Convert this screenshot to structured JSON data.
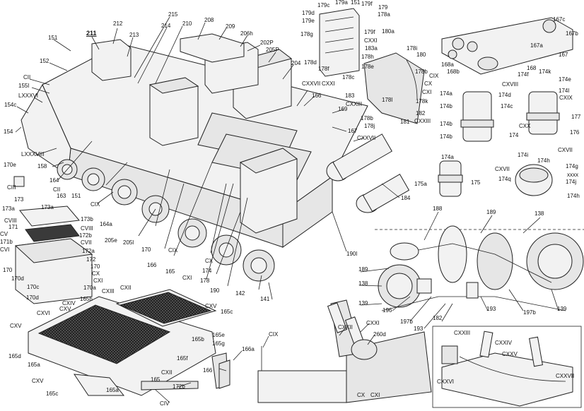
{
  "labels": {
    "l211": "211",
    "l212": "212",
    "l213": "213",
    "l215": "215",
    "l214": "214",
    "l210": "210",
    "l208": "208",
    "l209": "209",
    "l206h": "206h",
    "l202P": "202P",
    "l205P": "205P",
    "l204": "204",
    "l151a": "151",
    "l152": "152",
    "lCII": "CII",
    "l155l": "155l",
    "lLXXXVI": "LXXXVI",
    "l154c": "154c",
    "l154": "154",
    "lLXXXVIII": "LXXXVIII",
    "l158": "158",
    "l170e": "170e",
    "lCIII": "CIII",
    "l164": "164",
    "lCII2": "CII",
    "l163": "163",
    "l151b": "151",
    "lCIX": "CIX",
    "l164a": "164a",
    "l205e": "205e",
    "l205l": "205l",
    "l170": "170",
    "l166": "166",
    "l165": "165",
    "lCIX2": "CIX",
    "lCX": "CX",
    "lCXI": "CXI",
    "l174": "174",
    "l178": "178",
    "l190": "190",
    "l142": "142",
    "l141": "141",
    "lCXXVII": "CXXVII",
    "l166b": "166",
    "l169": "169",
    "l167": "167",
    "lCXXVII2": "CXXVII",
    "l184": "184",
    "l190l": "190l",
    "l179c": "179c",
    "l179a": "179a",
    "l151c": "151",
    "l179f": "179f",
    "l179": "179",
    "l179d": "179d",
    "l178a": "178a",
    "l179e": "179e",
    "l180a": "180a",
    "l178g": "178g",
    "l179f2": "179f",
    "lCXXI": "CXXI",
    "l183a": "183a",
    "l178h": "178h",
    "l178d": "178d",
    "l178f": "178f",
    "l178c": "178c",
    "lCXXI2": "CXXI",
    "l178e": "178e",
    "l178i": "178i",
    "l180": "180",
    "l178b": "178b",
    "lCIX3": "CIX",
    "lCX2": "CX",
    "lCXI2": "CXI",
    "l183": "183",
    "lCXXIII": "CXXIII",
    "l178k": "178k",
    "l182": "182",
    "l178l": "178l",
    "l181": "181",
    "lCXXIII2": "CXXIII",
    "l178b2": "178b",
    "l178j": "178j",
    "l167c": "167c",
    "l167b": "167b",
    "l167a": "167a",
    "l168": "168",
    "l168a": "168a",
    "l168b": "168b",
    "l174f": "174f",
    "l174k": "174k",
    "l174e": "174e",
    "lCXVIII": "CXVIII",
    "l174l": "174l",
    "lCXIX": "CXIX",
    "l174a": "174a",
    "l174d": "174d",
    "l174b": "174b",
    "l174c": "174c",
    "l177": "177",
    "l174b2": "174b",
    "lCXX": "CXX",
    "l176": "176",
    "l174b3": "174b",
    "l174x": "174",
    "l174a2": "174a",
    "lCXVII": "CXVII",
    "l174i": "174i",
    "l174h": "174h",
    "lCXVII2": "CXVII",
    "l174g": "174g",
    "lxxxx": "xxxx",
    "l174q": "174q",
    "l174j": "174j",
    "l174h2": "174h",
    "l175a": "175a",
    "l175": "175",
    "l173": "173",
    "l173a": "173a",
    "l173b": "173b",
    "lCVIII": "CVIII",
    "l171": "171",
    "lCVIII2": "CVIII",
    "lCV": "CV",
    "l172b": "172b",
    "l171b": "171b",
    "lCVII": "CVII",
    "lCVI": "CVI",
    "l172a": "172a",
    "l172": "172",
    "l170b": "170",
    "lCX3": "CX",
    "lCXI3": "CXI",
    "l170f": "170",
    "l170d": "170d",
    "l170c": "170c",
    "l170a": "170a",
    "l170d2": "170d",
    "lCXIII": "CXIII",
    "lCXII": "CXII",
    "l165h": "165h",
    "lCXIV": "CXIV",
    "lCXVI": "CXVI",
    "lCXV": "CXV",
    "lCXV2": "CXV",
    "l165c": "165c",
    "l165e": "165e",
    "l165g": "165g",
    "l165b": "165b",
    "l165f": "165f",
    "l165d": "165d",
    "l165a": "165a",
    "lCXV3": "CXV",
    "l165c2": "165c",
    "l165x": "165",
    "lCXII2": "CXII",
    "l165a2": "165a",
    "l166a": "166a",
    "l166c": "166",
    "lCIX4": "CIX",
    "lCXXII": "CXXII",
    "lCXXI3": "CXXI",
    "l260d": "260d",
    "lCX4": "CX",
    "lCXI4": "CXI",
    "l172b2": "172b",
    "lCIV": "CIV",
    "l188": "188",
    "l189": "189",
    "l138": "138",
    "l189b": "189",
    "l138b": "138",
    "l139": "139",
    "l196": "196",
    "l197b": "197b",
    "l193": "193",
    "l182b": "182",
    "l193b": "193",
    "l197b2": "197b",
    "l139b": "139",
    "lCXXIII3": "CXXIII",
    "lCXXIV": "CXXIV",
    "lCXXV": "CXXV",
    "lCXXVI": "CXXVI",
    "lCXXVII3": "CXXVII"
  }
}
